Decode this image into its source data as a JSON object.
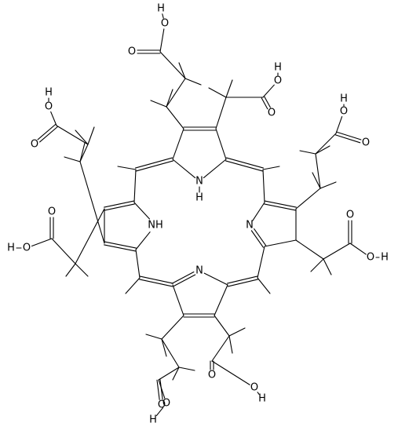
{
  "molecule": {
    "atoms": [
      {
        "id": "C1",
        "el": "C"
      },
      {
        "id": "C2",
        "el": "C"
      },
      {
        "id": "C3",
        "el": "C"
      },
      {
        "id": "C4",
        "el": "C"
      },
      {
        "id": "N1",
        "el": "N",
        "label": "N"
      },
      {
        "id": "H1",
        "el": "H",
        "label": "H"
      },
      {
        "id": "Cm1",
        "el": "C"
      },
      {
        "id": "Cm2",
        "el": "C"
      },
      {
        "id": "C5",
        "el": "C"
      },
      {
        "id": "C6",
        "el": "C"
      },
      {
        "id": "C7",
        "el": "C"
      },
      {
        "id": "C8",
        "el": "C"
      },
      {
        "id": "N2",
        "el": "N",
        "label": "N"
      },
      {
        "id": "Cm3",
        "el": "C"
      },
      {
        "id": "C9",
        "el": "C"
      },
      {
        "id": "C10",
        "el": "C"
      },
      {
        "id": "C11",
        "el": "C"
      },
      {
        "id": "C12",
        "el": "C"
      },
      {
        "id": "N3",
        "el": "N",
        "label": "N"
      },
      {
        "id": "Cm4",
        "el": "C"
      },
      {
        "id": "C13",
        "el": "C"
      },
      {
        "id": "C14",
        "el": "C"
      },
      {
        "id": "C15",
        "el": "C"
      },
      {
        "id": "C16",
        "el": "C"
      },
      {
        "id": "N4",
        "el": "N",
        "label": "NH"
      },
      {
        "id": "a1c",
        "el": "C"
      },
      {
        "id": "a1h1",
        "el": "H"
      },
      {
        "id": "a1h2",
        "el": "H"
      },
      {
        "id": "a1d",
        "el": "C"
      },
      {
        "id": "a1o1",
        "el": "O",
        "label": "O"
      },
      {
        "id": "a1o2",
        "el": "O",
        "label": "O"
      },
      {
        "id": "a1oh",
        "el": "H",
        "label": "H"
      },
      {
        "id": "p1c1",
        "el": "C"
      },
      {
        "id": "p1c2",
        "el": "C"
      },
      {
        "id": "p1h1",
        "el": "H"
      },
      {
        "id": "p1h2",
        "el": "H"
      },
      {
        "id": "p1h3",
        "el": "H"
      },
      {
        "id": "p1h4",
        "el": "H"
      },
      {
        "id": "p1d",
        "el": "C"
      },
      {
        "id": "p1o1",
        "el": "O",
        "label": "O"
      },
      {
        "id": "p1o2",
        "el": "O",
        "label": "O"
      },
      {
        "id": "p1oh",
        "el": "H",
        "label": "H"
      },
      {
        "id": "p2c1",
        "el": "C"
      },
      {
        "id": "p2c2",
        "el": "C"
      },
      {
        "id": "p2h1",
        "el": "H"
      },
      {
        "id": "p2h2",
        "el": "H"
      },
      {
        "id": "p2h3",
        "el": "H"
      },
      {
        "id": "p2h4",
        "el": "H"
      },
      {
        "id": "p2d",
        "el": "C"
      },
      {
        "id": "p2o1",
        "el": "O",
        "label": "O"
      },
      {
        "id": "p2o2",
        "el": "O",
        "label": "O"
      },
      {
        "id": "p2oh",
        "el": "H",
        "label": "H"
      },
      {
        "id": "a2c",
        "el": "C"
      },
      {
        "id": "a2h1",
        "el": "H"
      },
      {
        "id": "a2h2",
        "el": "H"
      },
      {
        "id": "a2d",
        "el": "C"
      },
      {
        "id": "a2o1",
        "el": "O",
        "label": "O"
      },
      {
        "id": "a2o2",
        "el": "O",
        "label": "O"
      },
      {
        "id": "a2oh",
        "el": "H",
        "label": "H"
      },
      {
        "id": "a3c",
        "el": "C"
      },
      {
        "id": "a3h1",
        "el": "H"
      },
      {
        "id": "a3h2",
        "el": "H"
      },
      {
        "id": "a3d",
        "el": "C"
      },
      {
        "id": "a3o1",
        "el": "O",
        "label": "O"
      },
      {
        "id": "a3o2",
        "el": "O",
        "label": "O"
      },
      {
        "id": "a3oh",
        "el": "H",
        "label": "H"
      },
      {
        "id": "p3c1",
        "el": "C"
      },
      {
        "id": "p3c2",
        "el": "C"
      },
      {
        "id": "p3h1",
        "el": "H"
      },
      {
        "id": "p3h2",
        "el": "H"
      },
      {
        "id": "p3h3",
        "el": "H"
      },
      {
        "id": "p3h4",
        "el": "H"
      },
      {
        "id": "p3d",
        "el": "C"
      },
      {
        "id": "p3o1",
        "el": "O",
        "label": "O"
      },
      {
        "id": "p3o2",
        "el": "O",
        "label": "O"
      },
      {
        "id": "p3oh",
        "el": "H",
        "label": "H"
      },
      {
        "id": "p4c1",
        "el": "C"
      },
      {
        "id": "p4c2",
        "el": "C"
      },
      {
        "id": "p4h1",
        "el": "H"
      },
      {
        "id": "p4h2",
        "el": "H"
      },
      {
        "id": "p4h3",
        "el": "H"
      },
      {
        "id": "p4h4",
        "el": "H"
      },
      {
        "id": "p4d",
        "el": "C"
      },
      {
        "id": "p4o1",
        "el": "O",
        "label": "O"
      },
      {
        "id": "p4o2",
        "el": "O",
        "label": "O"
      },
      {
        "id": "p4oh",
        "el": "H",
        "label": "H"
      },
      {
        "id": "a4c",
        "el": "C"
      },
      {
        "id": "a4h1",
        "el": "H"
      },
      {
        "id": "a4h2",
        "el": "H"
      },
      {
        "id": "a4d",
        "el": "C"
      },
      {
        "id": "a4o1",
        "el": "O",
        "label": "O"
      },
      {
        "id": "a4o2",
        "el": "O",
        "label": "O"
      },
      {
        "id": "a4oh",
        "el": "H",
        "label": "H"
      },
      {
        "id": "hm1",
        "el": "H"
      },
      {
        "id": "hm2",
        "el": "H"
      },
      {
        "id": "hm3",
        "el": "H"
      },
      {
        "id": "hm4",
        "el": "H"
      }
    ],
    "bonds": [
      {
        "a": "C1",
        "b": "C2",
        "order": 2
      },
      {
        "a": "C1",
        "b": "C4",
        "order": 1
      },
      {
        "a": "C2",
        "b": "C3",
        "order": 1
      },
      {
        "a": "C3",
        "b": "N1",
        "order": 1
      },
      {
        "a": "C4",
        "b": "N1",
        "order": 1
      },
      {
        "a": "N1",
        "b": "H1",
        "order": 1
      },
      {
        "a": "C4",
        "b": "Cm1",
        "order": 2
      },
      {
        "a": "C3",
        "b": "Cm2",
        "order": 2
      },
      {
        "a": "Cm2",
        "b": "C5",
        "order": 1
      },
      {
        "a": "C5",
        "b": "C6",
        "order": 2
      },
      {
        "a": "C6",
        "b": "C7",
        "order": 1
      },
      {
        "a": "C7",
        "b": "C8",
        "order": 1
      },
      {
        "a": "C5",
        "b": "N2",
        "order": 1
      },
      {
        "a": "N2",
        "b": "C8",
        "order": 2
      },
      {
        "a": "C8",
        "b": "Cm3",
        "order": 1
      },
      {
        "a": "Cm3",
        "b": "C9",
        "order": 2
      },
      {
        "a": "C9",
        "b": "C10",
        "order": 1
      },
      {
        "a": "C10",
        "b": "C11",
        "order": 2
      },
      {
        "a": "C11",
        "b": "C12",
        "order": 1
      },
      {
        "a": "C12",
        "b": "N3",
        "order": 2
      },
      {
        "a": "C9",
        "b": "N3",
        "order": 1
      },
      {
        "a": "C12",
        "b": "Cm4",
        "order": 2
      },
      {
        "a": "Cm4",
        "b": "C13",
        "order": 1
      },
      {
        "a": "C13",
        "b": "C14",
        "order": 2
      },
      {
        "a": "C14",
        "b": "C15",
        "order": 1
      },
      {
        "a": "C15",
        "b": "C16",
        "order": 2
      },
      {
        "a": "C13",
        "b": "N4",
        "order": 1
      },
      {
        "a": "C16",
        "b": "N4",
        "order": 1
      },
      {
        "a": "C16",
        "b": "Cm1",
        "order": 1
      },
      {
        "a": "C2",
        "b": "a1c",
        "order": 1
      },
      {
        "a": "a1c",
        "b": "a1h1",
        "order": 1
      },
      {
        "a": "a1c",
        "b": "a1h2",
        "order": 1
      },
      {
        "a": "a1c",
        "b": "a1d",
        "order": 1
      },
      {
        "a": "a1d",
        "b": "a1o1",
        "order": 2
      },
      {
        "a": "a1d",
        "b": "a1o2",
        "order": 1
      },
      {
        "a": "a1o2",
        "b": "a1oh",
        "order": 1
      },
      {
        "a": "C1",
        "b": "p1c1",
        "order": 1
      },
      {
        "a": "p1c1",
        "b": "p1h1",
        "order": 1
      },
      {
        "a": "p1c1",
        "b": "p1h2",
        "order": 1
      },
      {
        "a": "p1c1",
        "b": "p1c2",
        "order": 1
      },
      {
        "a": "p1c2",
        "b": "p1h3",
        "order": 1
      },
      {
        "a": "p1c2",
        "b": "p1h4",
        "order": 1
      },
      {
        "a": "p1c2",
        "b": "p1d",
        "order": 1
      },
      {
        "a": "p1d",
        "b": "p1o1",
        "order": 2
      },
      {
        "a": "p1d",
        "b": "p1o2",
        "order": 1
      },
      {
        "a": "p1o2",
        "b": "p1oh",
        "order": 1
      },
      {
        "a": "C6",
        "b": "p2c1",
        "order": 1
      },
      {
        "a": "p2c1",
        "b": "p2h1",
        "order": 1
      },
      {
        "a": "p2c1",
        "b": "p2h2",
        "order": 1
      },
      {
        "a": "p2c1",
        "b": "p2c2",
        "order": 1
      },
      {
        "a": "p2c2",
        "b": "p2h3",
        "order": 1
      },
      {
        "a": "p2c2",
        "b": "p2h4",
        "order": 1
      },
      {
        "a": "p2c2",
        "b": "p2d",
        "order": 1
      },
      {
        "a": "p2d",
        "b": "p2o1",
        "order": 2
      },
      {
        "a": "p2d",
        "b": "p2o2",
        "order": 1
      },
      {
        "a": "p2o2",
        "b": "p2oh",
        "order": 1
      },
      {
        "a": "C7",
        "b": "a2c",
        "order": 1
      },
      {
        "a": "a2c",
        "b": "a2h1",
        "order": 1
      },
      {
        "a": "a2c",
        "b": "a2h2",
        "order": 1
      },
      {
        "a": "a2c",
        "b": "a2d",
        "order": 1
      },
      {
        "a": "a2d",
        "b": "a2o1",
        "order": 2
      },
      {
        "a": "a2d",
        "b": "a2o2",
        "order": 1
      },
      {
        "a": "a2o2",
        "b": "a2oh",
        "order": 1
      },
      {
        "a": "C10",
        "b": "a3c",
        "order": 1
      },
      {
        "a": "a3c",
        "b": "a3h1",
        "order": 1
      },
      {
        "a": "a3c",
        "b": "a3h2",
        "order": 1
      },
      {
        "a": "a3c",
        "b": "a3d",
        "order": 1
      },
      {
        "a": "a3d",
        "b": "a3o1",
        "order": 2
      },
      {
        "a": "a3d",
        "b": "a3o2",
        "order": 1
      },
      {
        "a": "a3o2",
        "b": "a3oh",
        "order": 1
      },
      {
        "a": "C11",
        "b": "p3c1",
        "order": 1
      },
      {
        "a": "p3c1",
        "b": "p3h1",
        "order": 1
      },
      {
        "a": "p3c1",
        "b": "p3h2",
        "order": 1
      },
      {
        "a": "p3c1",
        "b": "p3c2",
        "order": 1
      },
      {
        "a": "p3c2",
        "b": "p3h3",
        "order": 1
      },
      {
        "a": "p3c2",
        "b": "p3h4",
        "order": 1
      },
      {
        "a": "p3c2",
        "b": "p3d",
        "order": 1
      },
      {
        "a": "p3d",
        "b": "p3o1",
        "order": 2
      },
      {
        "a": "p3d",
        "b": "p3o2",
        "order": 1
      },
      {
        "a": "p3o2",
        "b": "p3oh",
        "order": 1
      },
      {
        "a": "C14",
        "b": "p4c1",
        "order": 1
      },
      {
        "a": "p4c1",
        "b": "p4h1",
        "order": 1
      },
      {
        "a": "p4c1",
        "b": "p4h2",
        "order": 1
      },
      {
        "a": "p4c1",
        "b": "p4c2",
        "order": 1
      },
      {
        "a": "p4c2",
        "b": "p4h3",
        "order": 1
      },
      {
        "a": "p4c2",
        "b": "p4h4",
        "order": 1
      },
      {
        "a": "p4c2",
        "b": "p4d",
        "order": 1
      },
      {
        "a": "p4d",
        "b": "p4o1",
        "order": 2
      },
      {
        "a": "p4d",
        "b": "p4o2",
        "order": 1
      },
      {
        "a": "p4o2",
        "b": "p4oh",
        "order": 1
      },
      {
        "a": "C15",
        "b": "a4c",
        "order": 1
      },
      {
        "a": "a4c",
        "b": "a4h1",
        "order": 1
      },
      {
        "a": "a4c",
        "b": "a4h2",
        "order": 1
      },
      {
        "a": "a4c",
        "b": "a4d",
        "order": 1
      },
      {
        "a": "a4d",
        "b": "a4o1",
        "order": 2
      },
      {
        "a": "a4d",
        "b": "a4o2",
        "order": 1
      },
      {
        "a": "a4o2",
        "b": "a4oh",
        "order": 1
      },
      {
        "a": "Cm1",
        "b": "hm1",
        "order": 1
      },
      {
        "a": "Cm2",
        "b": "hm2",
        "order": 1
      },
      {
        "a": "Cm3",
        "b": "hm3",
        "order": 1
      },
      {
        "a": "Cm4",
        "b": "hm4",
        "order": 1
      }
    ]
  }
}
